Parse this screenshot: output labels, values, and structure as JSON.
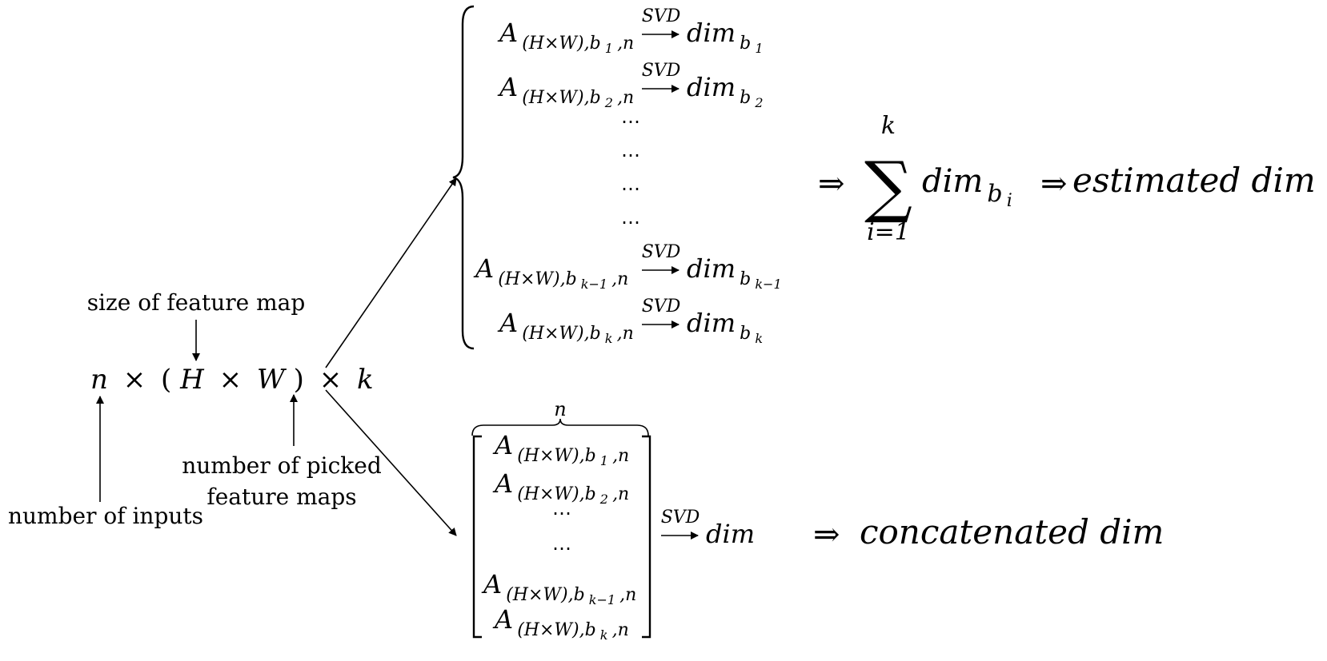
{
  "annotations": {
    "size_of_feature_map": "size of feature map",
    "number_of_inputs": "number of inputs",
    "number_of_picked_line1": "number of picked",
    "number_of_picked_line2": "feature maps"
  },
  "tensor_shape": {
    "n": "n",
    "times1": "×",
    "open": "(",
    "H": "H",
    "times2": "×",
    "W": "W",
    "close": ")",
    "times3": "×",
    "k": "k"
  },
  "branch_top": {
    "rows": [
      {
        "base": "A",
        "sub_pre": "(H×W),b",
        "sub_index": "1",
        "sub_post": ",n",
        "svd": "SVD",
        "dim": "dim",
        "dim_sub": "b",
        "dim_sub_index": "1"
      },
      {
        "base": "A",
        "sub_pre": "(H×W),b",
        "sub_index": "2",
        "sub_post": ",n",
        "svd": "SVD",
        "dim": "dim",
        "dim_sub": "b",
        "dim_sub_index": "2"
      },
      {
        "base": "A",
        "sub_pre": "(H×W),b",
        "sub_index": "k−1",
        "sub_post": ",n",
        "svd": "SVD",
        "dim": "dim",
        "dim_sub": "b",
        "dim_sub_index": "k−1"
      },
      {
        "base": "A",
        "sub_pre": "(H×W),b",
        "sub_index": "k",
        "sub_post": ",n",
        "svd": "SVD",
        "dim": "dim",
        "dim_sub": "b",
        "dim_sub_index": "k"
      }
    ],
    "ellipsis": "⋯",
    "result": {
      "implies1": "⇒",
      "sum_symbol": "∑",
      "sum_upper": "k",
      "sum_lower": "i=1",
      "term": "dim",
      "term_sub": "b",
      "term_sub_index": "i",
      "implies2": "⇒",
      "label": "estimated dim"
    }
  },
  "branch_bottom": {
    "brace_label": "n",
    "rows": [
      {
        "base": "A",
        "sub_pre": "(H×W),b",
        "sub_index": "1",
        "sub_post": ",n"
      },
      {
        "base": "A",
        "sub_pre": "(H×W),b",
        "sub_index": "2",
        "sub_post": ",n"
      },
      {
        "base": "A",
        "sub_pre": "(H×W),b",
        "sub_index": "k−1",
        "sub_post": ",n"
      },
      {
        "base": "A",
        "sub_pre": "(H×W),b",
        "sub_index": "k",
        "sub_post": ",n"
      }
    ],
    "ellipsis": "⋯",
    "svd": "SVD",
    "dim": "dim",
    "result": {
      "implies": "⇒",
      "label": "concatenated dim"
    }
  }
}
